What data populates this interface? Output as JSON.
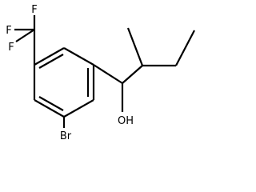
{
  "structure": {
    "atoms": {
      "fluorine_top": "F",
      "fluorine_left": "F",
      "fluorine_bottom": "F",
      "bromine": "Br",
      "hydroxyl": "OH"
    }
  }
}
